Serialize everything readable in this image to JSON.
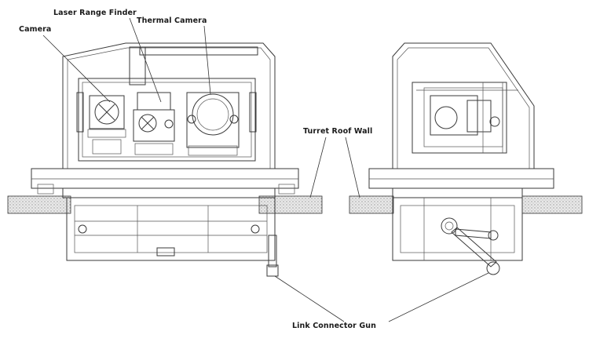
{
  "labels": {
    "camera": "Camera",
    "laser_range_finder": "Laser Range Finder",
    "thermal_camera": "Thermal Camera",
    "turret_roof_wall": "Turret Roof Wall",
    "link_connector_gun": "Link Connector Gun"
  }
}
